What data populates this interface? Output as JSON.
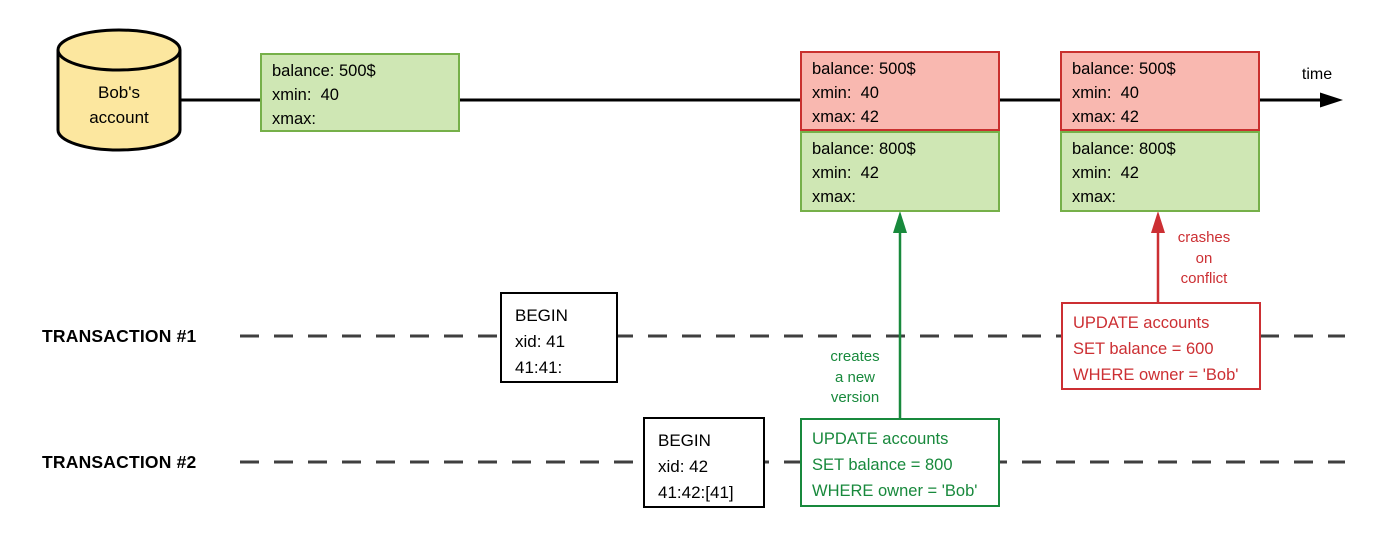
{
  "colors": {
    "cylinder_fill": "#fce79f",
    "version_green_fill": "#cfe7b4",
    "version_green_border": "#76b049",
    "version_red_fill": "#f9b8b0",
    "version_red_border": "#c9302e",
    "accent_green": "#18893c",
    "accent_red": "#cc2f33",
    "line_dark": "#3f3f3f"
  },
  "database": {
    "label": [
      "Bob's",
      "account"
    ]
  },
  "timeline": {
    "label": "time"
  },
  "row_versions": {
    "initial": {
      "lines": [
        "balance: 500$",
        "xmin:  40",
        "xmax:"
      ]
    },
    "old_1": {
      "lines": [
        "balance: 500$",
        "xmin:  40",
        "xmax: 42"
      ]
    },
    "new_1": {
      "lines": [
        "balance: 800$",
        "xmin:  42",
        "xmax:"
      ]
    },
    "old_2": {
      "lines": [
        "balance: 500$",
        "xmin:  40",
        "xmax: 42"
      ]
    },
    "new_2": {
      "lines": [
        "balance: 800$",
        "xmin:  42",
        "xmax:"
      ]
    }
  },
  "transaction1": {
    "label": "TRANSACTION #1",
    "begin": {
      "lines": [
        "BEGIN",
        "xid: 41",
        "41:41:"
      ]
    },
    "update": {
      "lines": [
        "UPDATE accounts",
        "SET balance = 600",
        "WHERE owner = 'Bob'"
      ]
    },
    "annotation": {
      "lines": [
        "crashes",
        "on",
        "conflict"
      ]
    }
  },
  "transaction2": {
    "label": "TRANSACTION #2",
    "begin": {
      "lines": [
        "BEGIN",
        "xid: 42",
        "41:42:[41]"
      ]
    },
    "update": {
      "lines": [
        "UPDATE accounts",
        "SET balance = 800",
        "WHERE owner = 'Bob'"
      ]
    },
    "annotation": {
      "lines": [
        "creates",
        "a new",
        "version"
      ]
    }
  }
}
